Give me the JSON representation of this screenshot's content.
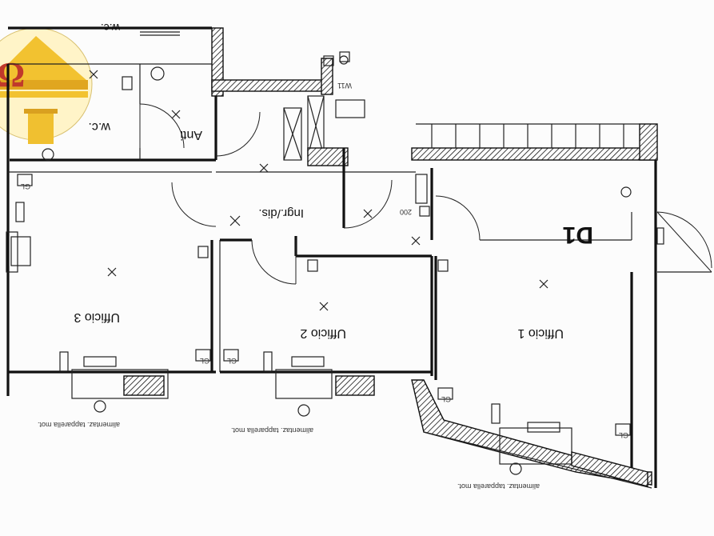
{
  "rooms": {
    "ufficio1": "Ufficio 1",
    "ufficio2": "Ufficio 2",
    "ufficio3": "Ufficio 3",
    "ingresso": "Ingr./dis.",
    "antibagno": "Anti",
    "wc_lower": "w.c.",
    "wc_upper": "w.c."
  },
  "unit_code": "D1",
  "small_labels": {
    "gl": "GL",
    "note_1": "alimentaz. tapparella mot.",
    "note_2": "alimentaz. tapparella mot.",
    "note_3": "alimentaz. tapparella mot.",
    "dim": "200",
    "w11": "W11"
  },
  "logo": {
    "symbol": "Ω",
    "color": "#c0392b",
    "accent": "#e6b020"
  }
}
